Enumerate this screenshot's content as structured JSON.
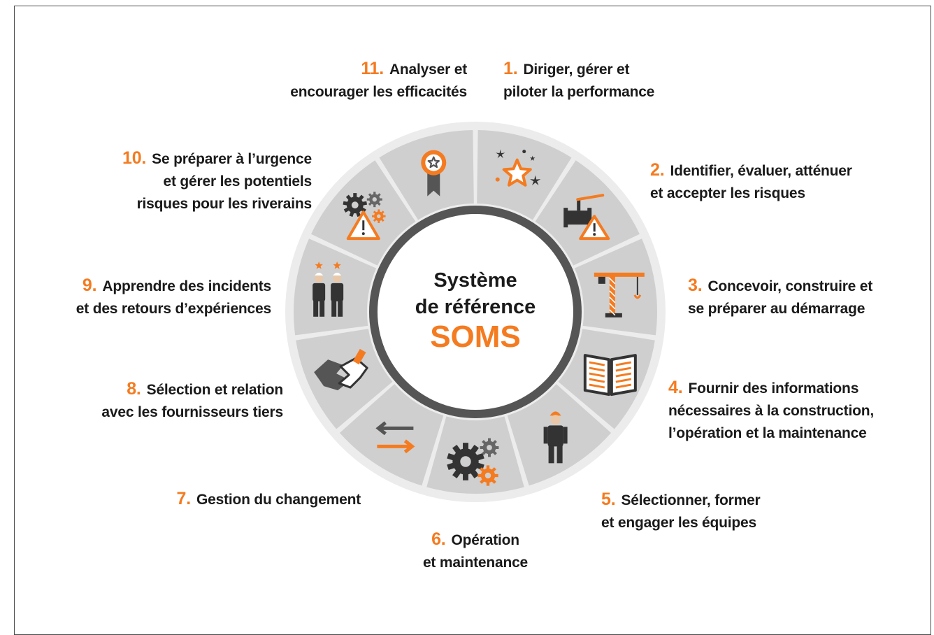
{
  "colors": {
    "accent": "#f47b20",
    "segment": "#cfcfcf",
    "outer_ring": "#ececec",
    "inner_ring": "#555555",
    "icon_dark": "#333333"
  },
  "center": {
    "line1": "Système",
    "line2": "de référence",
    "line3": "SOMS"
  },
  "steps": [
    {
      "num": "1.",
      "lines": [
        "Diriger, gérer et",
        "piloter la performance"
      ],
      "icon": "stars-icon"
    },
    {
      "num": "2.",
      "lines": [
        "Identifier, évaluer, atténuer",
        "et accepter les risques"
      ],
      "icon": "valve-warning-icon"
    },
    {
      "num": "3.",
      "lines": [
        "Concevoir, construire et",
        "se préparer au démarrage"
      ],
      "icon": "crane-icon"
    },
    {
      "num": "4.",
      "lines": [
        "Fournir des informations",
        "nécessaires à la construction,",
        "l’opération et la maintenance"
      ],
      "icon": "book-icon"
    },
    {
      "num": "5.",
      "lines": [
        "Sélectionner, former",
        "et engager les équipes"
      ],
      "icon": "worker-icon"
    },
    {
      "num": "6.",
      "lines": [
        "Opération",
        "et maintenance"
      ],
      "icon": "gears-icon"
    },
    {
      "num": "7.",
      "lines": [
        "Gestion du changement"
      ],
      "icon": "arrows-icon"
    },
    {
      "num": "8.",
      "lines": [
        "Sélection et relation",
        "avec les fournisseurs tiers"
      ],
      "icon": "handshake-icon"
    },
    {
      "num": "9.",
      "lines": [
        "Apprendre des incidents",
        "et des retours d’expériences"
      ],
      "icon": "team-stars-icon"
    },
    {
      "num": "10.",
      "lines": [
        "Se préparer à l’urgence",
        "et gérer les potentiels",
        "risques pour les riverains"
      ],
      "icon": "gears-warning-icon"
    },
    {
      "num": "11.",
      "lines": [
        "Analyser et",
        "encourager les efficacités"
      ],
      "icon": "medal-icon"
    }
  ]
}
